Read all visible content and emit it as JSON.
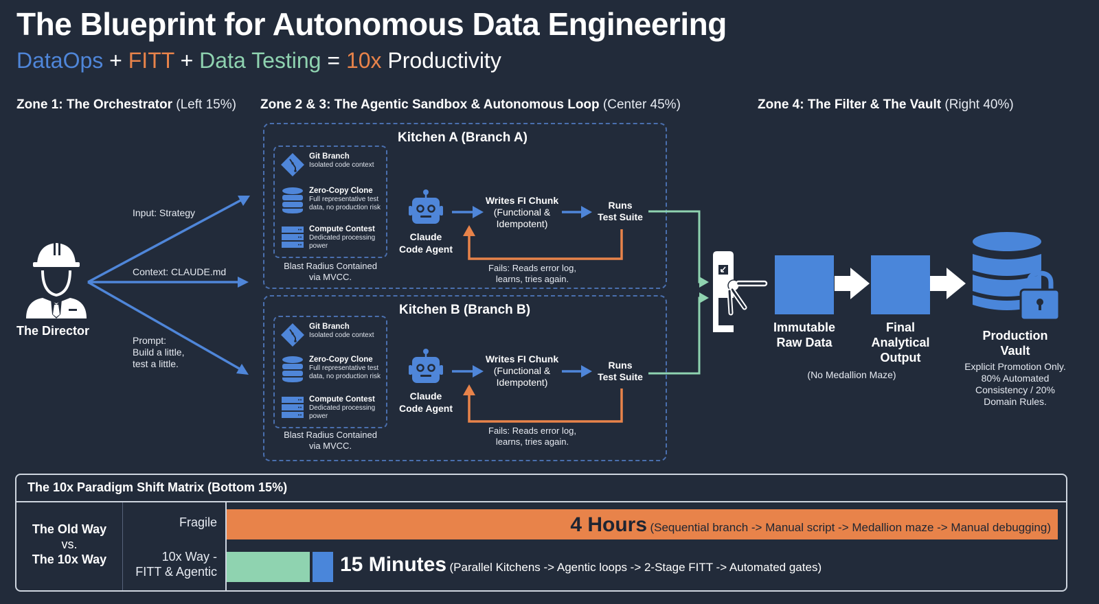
{
  "header": {
    "title": "The Blueprint for Autonomous Data Engineering",
    "subtitle": {
      "part1": "DataOps",
      "plus1": " + ",
      "part2": "FITT",
      "plus2": " + ",
      "part3": "Data Testing",
      "eq": " = ",
      "part4": "10x",
      "part5": " Productivity"
    }
  },
  "colors": {
    "background": "#222b3a",
    "blue": "#4f86d9",
    "orange": "#e8834a",
    "green": "#8fd3b0"
  },
  "zones": [
    {
      "bold": "Zone 1: The Orchestrator",
      "light": " (Left 15%)"
    },
    {
      "bold": "Zone 2 & 3: The Agentic Sandbox & Autonomous Loop",
      "light": " (Center 45%)"
    },
    {
      "bold": "Zone 4: The Filter & The Vault",
      "light": " (Right 40%)"
    }
  ],
  "orchestrator": {
    "label": "The Director",
    "icon": "worker-hardhat-icon",
    "arrows": [
      {
        "label": "Input: Strategy"
      },
      {
        "label": "Context: CLAUDE.md"
      },
      {
        "label_lines": [
          "Prompt:",
          "Build a little,",
          "test a little."
        ]
      }
    ]
  },
  "kitchens": [
    {
      "title": "Kitchen A (Branch A)",
      "resources": [
        {
          "icon": "git-branch-icon",
          "title": "Git Branch",
          "desc": "Isolated code context"
        },
        {
          "icon": "database-icon",
          "title": "Zero-Copy Clone",
          "desc": "Full representative test data, no production risk"
        },
        {
          "icon": "server-icon",
          "title": "Compute Contest",
          "desc": "Dedicated processing power"
        }
      ],
      "blast": [
        "Blast Radius Contained",
        "via MVCC."
      ],
      "agent": [
        "Claude",
        "Code Agent"
      ],
      "chunk": {
        "title": "Writes FI Chunk",
        "lines": [
          "(Functional &",
          "Idempotent)"
        ]
      },
      "runs": [
        "Runs",
        "Test Suite"
      ],
      "fail": [
        "Fails: Reads error log,",
        "learns, tries again."
      ]
    },
    {
      "title": "Kitchen B (Branch B)",
      "resources": [
        {
          "icon": "git-branch-icon",
          "title": "Git Branch",
          "desc": "Isolated code context"
        },
        {
          "icon": "database-icon",
          "title": "Zero-Copy Clone",
          "desc": "Full representative test data, no production risk"
        },
        {
          "icon": "server-icon",
          "title": "Compute Contest",
          "desc": "Dedicated processing power"
        }
      ],
      "blast": [
        "Blast Radius Contained",
        "via MVCC."
      ],
      "agent": [
        "Claude",
        "Code Agent"
      ],
      "chunk": {
        "title": "Writes FI Chunk",
        "lines": [
          "(Functional &",
          "Idempotent)"
        ]
      },
      "runs": [
        "Runs",
        "Test Suite"
      ],
      "fail": [
        "Fails: Reads error log,",
        "learns, tries again."
      ]
    }
  ],
  "filter": {
    "gate_icon": "turnstile-icon",
    "raw": [
      "Immutable",
      "Raw Data"
    ],
    "final": [
      "Final",
      "Analytical",
      "Output"
    ],
    "note": "(No Medallion Maze)",
    "vault": {
      "title": [
        "Production",
        "Vault"
      ],
      "icon": "database-lock-icon",
      "desc": [
        "Explicit Promotion Only.",
        "80% Automated",
        "Consistency / 20%",
        "Domain Rules."
      ]
    }
  },
  "matrix": {
    "title": "The 10x Paradigm Shift Matrix (Bottom 15%)",
    "compare": {
      "line1": "The Old Way",
      "line2": "vs.",
      "line3": "The 10x Way"
    },
    "rows": [
      {
        "label": [
          "Fragile"
        ],
        "value": "4 Hours",
        "detail": "(Sequential branch -> Manual script -> Medallion maze -> Manual debugging)",
        "minutes": 240
      },
      {
        "label": [
          "10x Way -",
          "FITT & Agentic"
        ],
        "value": "15 Minutes",
        "detail": "(Parallel Kitchens -> Agentic loops -> 2-Stage FITT -> Automated gates)",
        "minutes": 15
      }
    ]
  }
}
